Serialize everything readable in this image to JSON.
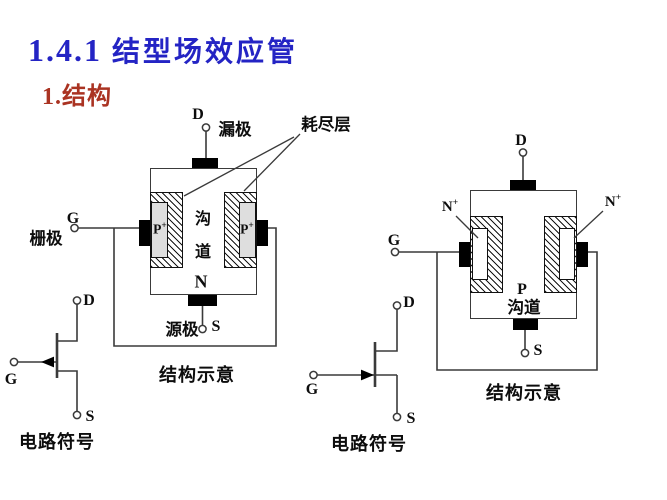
{
  "slide": {
    "title_number": "1.4.1",
    "title_text": "结型场效应管",
    "subtitle": "1.结构"
  },
  "colors": {
    "title_blue": "#2424c4",
    "subtitle_red": "#aa3322",
    "line_gray": "#3a3a3a",
    "contact_black": "#000000",
    "gate_slot_gray": "#dedede"
  },
  "left_device": {
    "drain_letter": "D",
    "drain_label": "漏极",
    "depletion_label": "耗尽层",
    "gate_letter": "G",
    "gate_label": "栅极",
    "gate_region_base": "P",
    "gate_region_sup": "+",
    "channel_char_top": "沟",
    "channel_char_bottom": "道",
    "bulk_label": "N",
    "source_label": "源极",
    "source_letter": "S",
    "caption": "结构示意"
  },
  "right_device": {
    "drain_letter": "D",
    "gate_region_base": "N",
    "gate_region_sup": "+",
    "gate_letter": "G",
    "channel_type": "P",
    "channel_label": "沟道",
    "source_letter": "S",
    "caption": "结构示意"
  },
  "left_symbol": {
    "drain": "D",
    "gate": "G",
    "source": "S",
    "caption": "电路符号"
  },
  "right_symbol": {
    "drain": "D",
    "gate": "G",
    "source": "S",
    "caption": "电路符号"
  }
}
